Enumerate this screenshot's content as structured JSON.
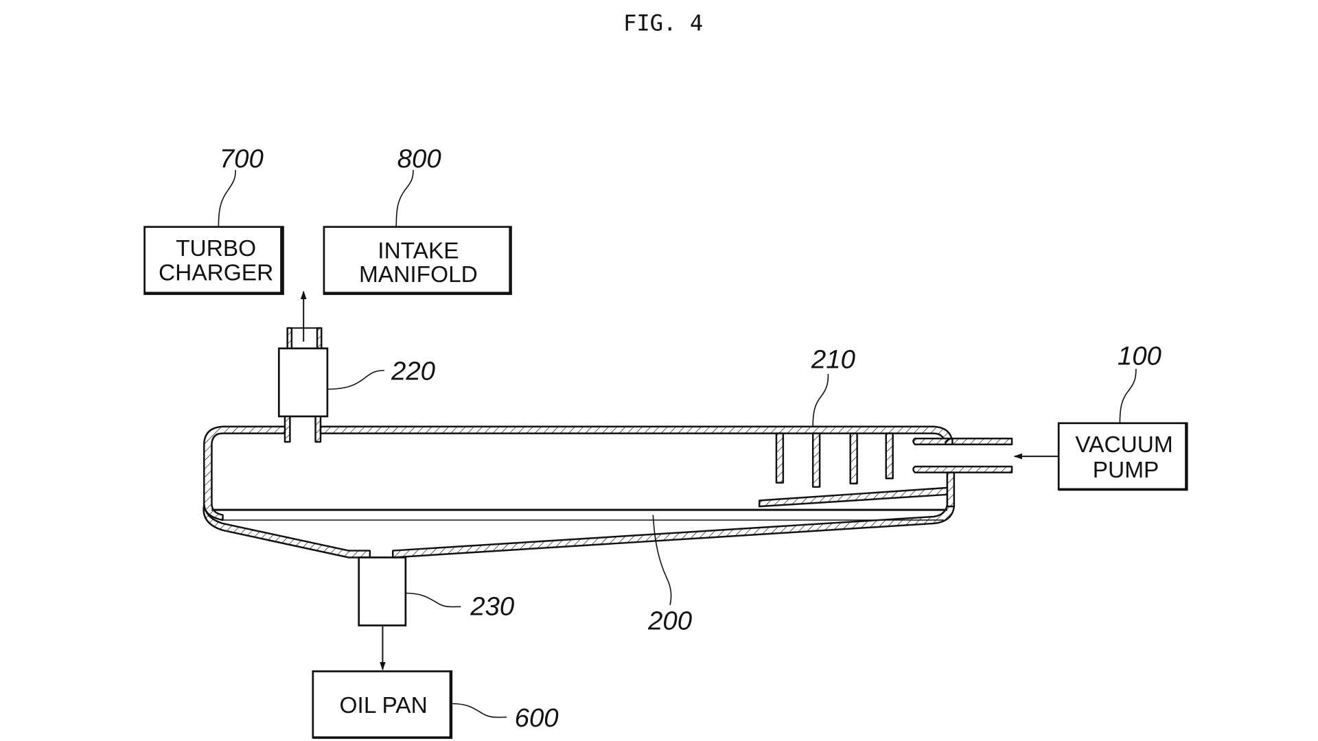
{
  "figure": {
    "title": "FIG. 4"
  },
  "components": {
    "turbo_charger": {
      "line1": "TURBO",
      "line2": "CHARGER",
      "ref": "700"
    },
    "intake_manifold": {
      "line1": "INTAKE",
      "line2": "MANIFOLD",
      "ref": "800"
    },
    "vacuum_pump": {
      "line1": "VACUUM",
      "line2": "PUMP",
      "ref": "100"
    },
    "oil_pan": {
      "label": "OIL PAN",
      "ref": "600"
    },
    "separator_tank": {
      "ref": "200"
    },
    "baffle_fins": {
      "ref": "210"
    },
    "gas_outlet_valve": {
      "ref": "220"
    },
    "oil_drain_valve": {
      "ref": "230"
    }
  },
  "flows": [
    {
      "from": "vacuum_pump",
      "to": "separator_tank",
      "icon": "arrow-left-icon"
    },
    {
      "from": "gas_outlet_valve",
      "to": "turbo_charger/intake_manifold",
      "icon": "arrow-up-icon"
    },
    {
      "from": "oil_drain_valve",
      "to": "oil_pan",
      "icon": "arrow-down-icon"
    }
  ]
}
